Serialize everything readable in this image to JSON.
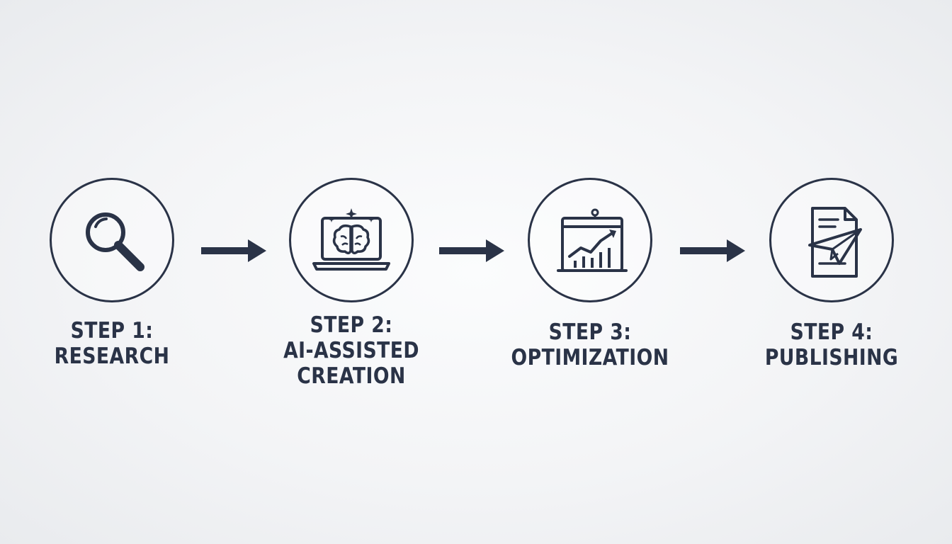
{
  "colors": {
    "ink": "#2a3347",
    "background": "#f3f4f6"
  },
  "steps": [
    {
      "icon": "magnifying-glass-icon",
      "label_lines": [
        "STEP 1:",
        "RESEARCH"
      ]
    },
    {
      "icon": "laptop-brain-icon",
      "label_lines": [
        "STEP 2:",
        "AI-ASSISTED",
        "CREATION"
      ]
    },
    {
      "icon": "growth-chart-board-icon",
      "label_lines": [
        "STEP 3:",
        "OPTIMIZATION"
      ]
    },
    {
      "icon": "document-paper-plane-icon",
      "label_lines": [
        "STEP 4:",
        "PUBLISHING"
      ]
    }
  ],
  "arrows": [
    {
      "icon": "arrow-right-icon"
    },
    {
      "icon": "arrow-right-icon"
    },
    {
      "icon": "arrow-right-icon"
    }
  ]
}
